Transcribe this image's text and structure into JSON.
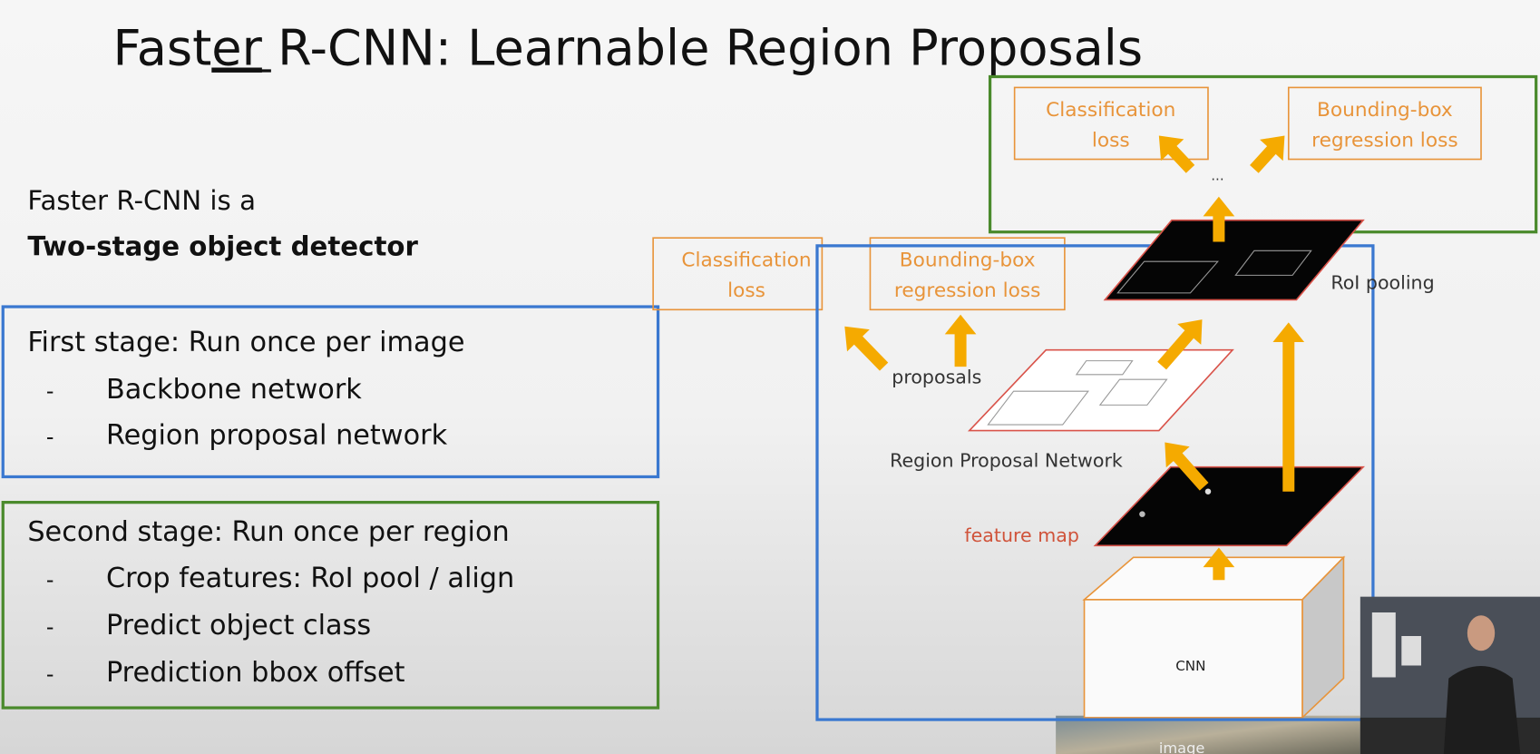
{
  "title": {
    "pre": "Fast",
    "underlined": "er",
    "post": " R-CNN: Learnable Region Proposals"
  },
  "intro": {
    "line1": "Faster R-CNN is a",
    "line2": "Two-stage object detector"
  },
  "first_stage": {
    "heading": "First stage: Run once per image",
    "bullet": "-",
    "items": [
      "Backbone network",
      "Region proposal network"
    ]
  },
  "second_stage": {
    "heading": "Second stage: Run once per region",
    "bullet": "-",
    "items": [
      "Crop features: RoI pool / align",
      "Predict object class",
      "Prediction bbox offset"
    ]
  },
  "diagram": {
    "top_cls": [
      "Classification",
      "loss"
    ],
    "top_bbox": [
      "Bounding-box",
      "regression loss"
    ],
    "ellipsis": "...",
    "rpn_cls": [
      "Classification",
      "loss"
    ],
    "rpn_bbox": [
      "Bounding-box",
      "regression loss"
    ],
    "roi_pooling": "RoI pooling",
    "proposals": "proposals",
    "rpn": "Region Proposal Network",
    "feature_map": "feature map",
    "cnn": "CNN",
    "image": "image"
  },
  "colors": {
    "blue": "#3a78d0",
    "green": "#4a8a2c",
    "orange": "#e8943a",
    "arrow": "#f5aa00",
    "red": "#d9534a"
  }
}
